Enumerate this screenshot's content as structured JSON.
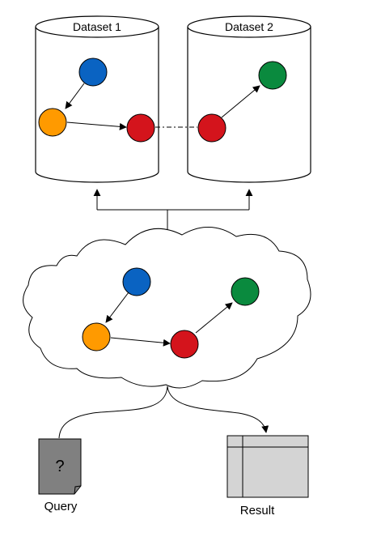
{
  "datasets": [
    {
      "label": "Dataset 1"
    },
    {
      "label": "Dataset 2"
    }
  ],
  "query": {
    "symbol": "?",
    "label": "Query"
  },
  "result": {
    "label": "Result"
  },
  "colors": {
    "blue": "#0a63c2",
    "orange": "#ff9a00",
    "red": "#d4141c",
    "green": "#0a8a3e",
    "document": "#808080",
    "table": "#d4d4d4"
  },
  "nodes": {
    "dataset1": [
      "blue",
      "orange",
      "red"
    ],
    "dataset2": [
      "red",
      "green"
    ],
    "cloud": [
      "blue",
      "orange",
      "red",
      "green"
    ]
  }
}
